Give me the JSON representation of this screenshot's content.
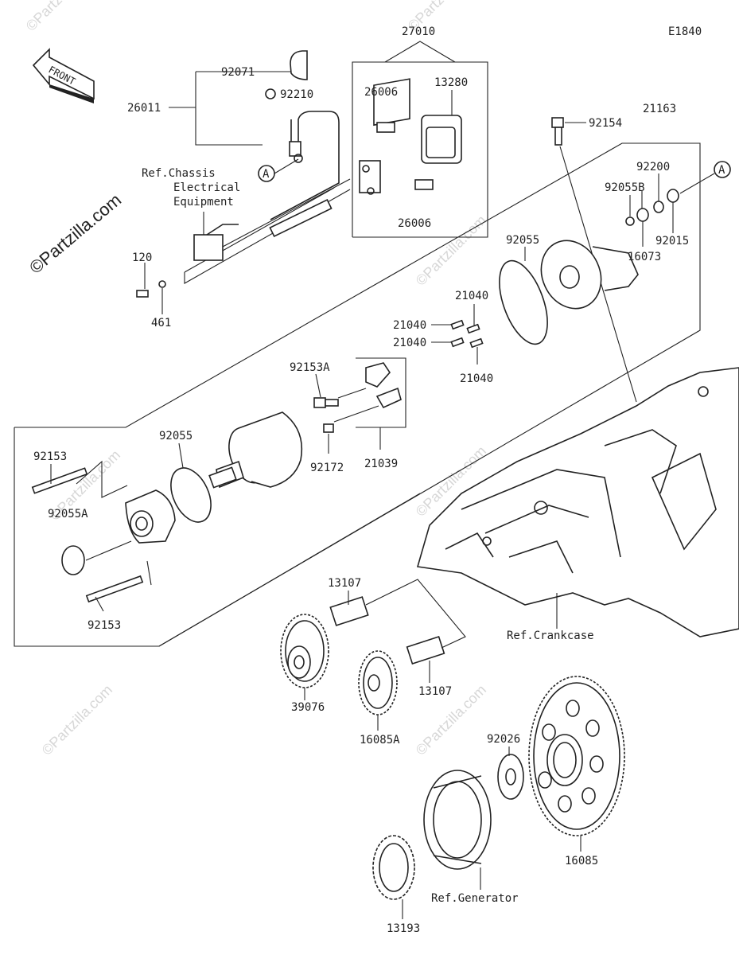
{
  "diagram_code": "E1840",
  "front_arrow_label": "FRONT",
  "watermarks": {
    "main": "©Partzilla.com",
    "faint": "©Partzilla.com"
  },
  "ref_labels": {
    "chassis_line1": "Ref.Chassis",
    "chassis_line2": "Electrical",
    "chassis_line3": "Equipment",
    "crankcase": "Ref.Crankcase",
    "generator": "Ref.Generator"
  },
  "callout_letter": "A",
  "parts": {
    "p27010": "27010",
    "p92071": "92071",
    "p92210": "92210",
    "p26011": "26011",
    "p26006a": "26006",
    "p13280": "13280",
    "p26006b": "26006",
    "p92154": "92154",
    "p21163": "21163",
    "p92200": "92200",
    "p92055B": "92055B",
    "p92015": "92015",
    "p16073": "16073",
    "p120": "120",
    "p461": "461",
    "p92055a": "92055",
    "p21040a": "21040",
    "p21040b": "21040",
    "p21040c": "21040",
    "p21040d": "21040",
    "p92153A": "92153A",
    "p92055b": "92055",
    "p92153a": "92153",
    "p92172": "92172",
    "p21039": "21039",
    "p92055A": "92055A",
    "p92153b": "92153",
    "p13107a": "13107",
    "p13107b": "13107",
    "p39076": "39076",
    "p16085A": "16085A",
    "p92026": "92026",
    "p16085": "16085",
    "p13193": "13193"
  }
}
